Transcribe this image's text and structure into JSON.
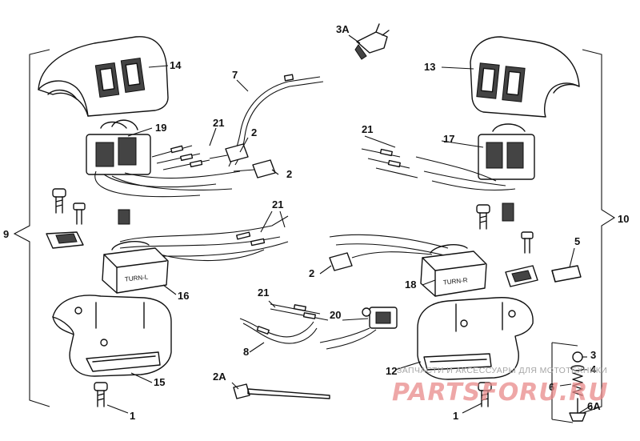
{
  "labels": {
    "p1": "1",
    "p1b": "1",
    "p2": "2",
    "p2b": "2",
    "p2c": "2",
    "p2a": "2A",
    "p3": "3",
    "p3a": "3A",
    "p4": "4",
    "p5": "5",
    "p6": "6",
    "p6a": "6A",
    "p7": "7",
    "p8": "8",
    "p9": "9",
    "p10": "10",
    "p12": "12",
    "p13": "13",
    "p14": "14",
    "p15": "15",
    "p16": "16",
    "p17": "17",
    "p18": "18",
    "p19": "19",
    "p20": "20",
    "p21a": "21",
    "p21b": "21",
    "p21c": "21",
    "p21d": "21"
  },
  "switch_text": {
    "left": "TURN-L",
    "right": "TURN-R"
  },
  "watermark": {
    "caption": "ЗАПЧАСТИ И АКСЕССУАРЫ ДЛЯ МОТОТЕХНИКИ",
    "brand": "PARTSFORU.RU"
  },
  "colors": {
    "line": "#111111",
    "watermark_brand": "#e88a8a",
    "watermark_caption": "#a6a6a6"
  }
}
